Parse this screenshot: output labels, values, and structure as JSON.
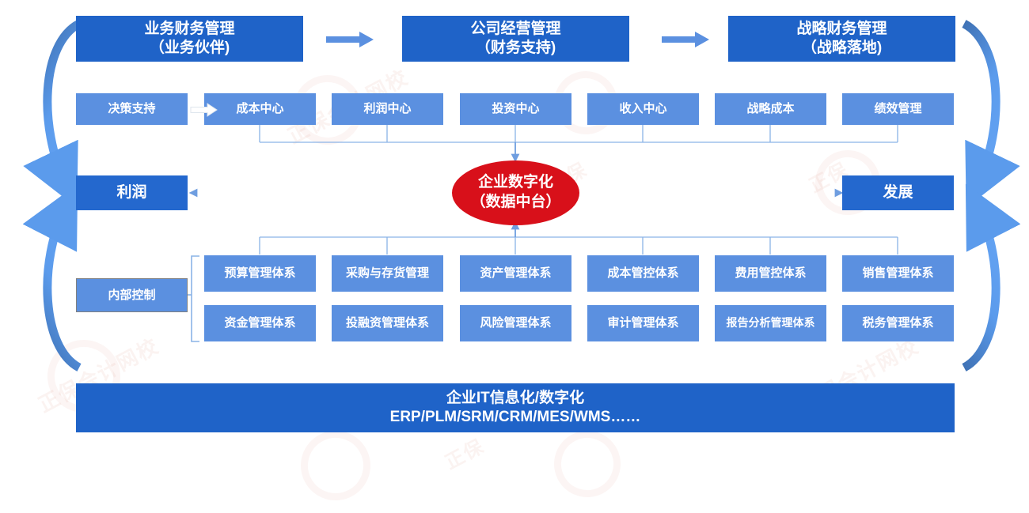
{
  "colors": {
    "dark_blue": "#1f63c8",
    "mid_blue": "#2468ce",
    "light_blue": "#5b90e0",
    "red": "#d8101a",
    "wire": "#6f9ee0",
    "arc_dark": "#3f72b5",
    "arc_light": "#5b9bec",
    "background": "#ffffff"
  },
  "header_row": {
    "boxes": [
      {
        "line1": "业务财务管理",
        "line2": "（业务伙伴)"
      },
      {
        "line1": "公司经营管理",
        "line2": "（财务支持)"
      },
      {
        "line1": "战略财务管理",
        "line2": "（战略落地)"
      }
    ],
    "arrows": [
      "arrow-right-icon",
      "arrow-right-icon"
    ]
  },
  "center_row": {
    "first": "决策支持",
    "arrow": "arrow-right-icon",
    "items": [
      "成本中心",
      "利润中心",
      "投资中心",
      "收入中心",
      "战略成本",
      "绩效管理"
    ]
  },
  "hub": {
    "line1": "企业数字化",
    "line2": "（数据中台）"
  },
  "left_outcome": "利润",
  "right_outcome": "发展",
  "internal_control": "内部控制",
  "systems_grid": {
    "row1": [
      "预算管理体系",
      "采购与存货管理",
      "资产管理体系",
      "成本管控体系",
      "费用管控体系",
      "销售管理体系"
    ],
    "row2": [
      "资金管理体系",
      "投融资管理体系",
      "风险管理体系",
      "审计管理体系",
      "报告分析管理体系",
      "税务管理体系"
    ]
  },
  "footer_banner": {
    "line1": "企业IT信息化/数字化",
    "line2": "ERP/PLM/SRM/CRM/MES/WMS……"
  },
  "watermarks": [
    "正保会计网校",
    "正保",
    "正保会计网校",
    "正保",
    "正保会计网校",
    "正保"
  ]
}
